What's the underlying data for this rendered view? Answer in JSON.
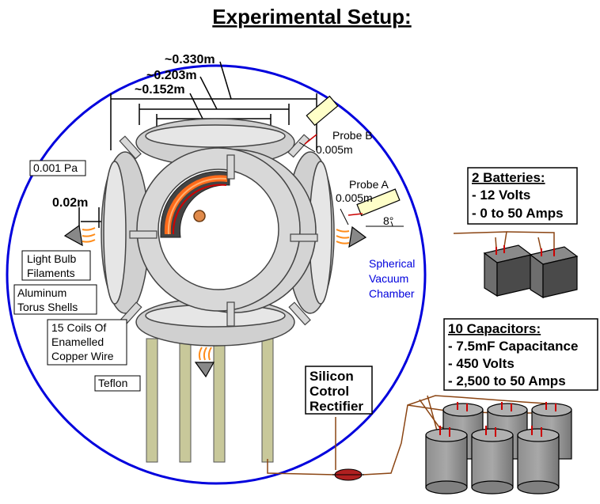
{
  "title": "Experimental Setup:",
  "dimensions": {
    "outer": "~0.330m",
    "middle": "~0.203m",
    "inner": "~0.152m",
    "gap_left": "0.02m"
  },
  "pressure": "0.001 Pa",
  "probe_b": {
    "label": "Probe B",
    "distance": "0.005m"
  },
  "probe_a": {
    "label": "Probe A",
    "distance": "0.005m",
    "angle": "8°"
  },
  "labels": {
    "filaments": [
      "Light Bulb",
      "Filaments"
    ],
    "torus": [
      "Aluminum",
      "Torus Shells"
    ],
    "coils": [
      "15 Coils Of",
      "Enamelled",
      "Copper Wire"
    ],
    "teflon": "Teflon",
    "chamber": [
      "Spherical",
      "Vacuum",
      "Chamber"
    ],
    "scr": [
      "Silicon",
      "Cotrol",
      "Rectifier"
    ]
  },
  "batteries": {
    "heading": "2 Batteries:",
    "lines": [
      "- 12 Volts",
      "- 0 to 50 Amps"
    ]
  },
  "capacitors": {
    "heading": "10 Capacitors:",
    "lines": [
      "- 7.5mF Capacitance",
      "- 450 Volts",
      "- 2,500 to 50 Amps"
    ]
  },
  "colors": {
    "chamber": "#0000dd",
    "torus": "#d4d4d4",
    "coil": "#ff6a1a",
    "wire": "#8b4513",
    "teflon": "#c8c89a",
    "scr": "#b02020"
  }
}
